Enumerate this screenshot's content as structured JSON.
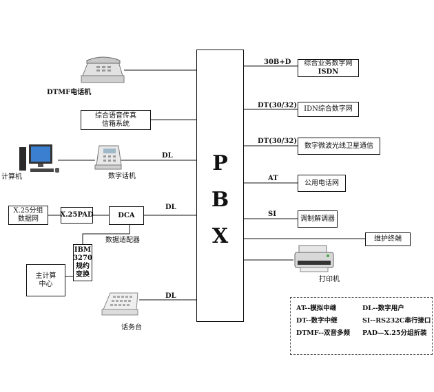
{
  "pbx": {
    "letters": [
      "P",
      "B",
      "X"
    ]
  },
  "left": {
    "dtmf_phone_label": "DTMF电话机",
    "voice_fax_box": [
      "综合语音传真",
      "信箱系统"
    ],
    "computer_label": "计算机",
    "digital_phone_label": "数字话机",
    "x25_box": [
      "X.25分组",
      "数据网"
    ],
    "x25pad_box": "X.25PAD",
    "dca_box": "DCA",
    "data_adapter_label": "数据适配器",
    "ibm_box": [
      "IBM",
      "3270",
      "规约",
      "变换"
    ],
    "host_box": [
      "主计算",
      "中心"
    ],
    "console_label": "话务台",
    "line_labels": {
      "dl1": "DL",
      "dl2": "DL",
      "dl3": "DL"
    }
  },
  "right": {
    "isdn_box": [
      "综合业务数字网",
      "ISDN"
    ],
    "isdn_line": "30B+D",
    "idn_box": "IDN综合数字网",
    "idn_line": "DT(30/32)",
    "microwave_box": "数字微波光线卫星通信",
    "microwave_line": "DT(30/32)",
    "public_phone_box": "公用电话网",
    "public_line": "AT",
    "modem_box": "调制解调器",
    "modem_line": "SI",
    "maint_box": "维护终端",
    "printer_label": "打印机"
  },
  "legend": {
    "left": [
      "AT--模拟中继",
      "DT--数字中继",
      "DTMF--双音多频"
    ],
    "right": [
      "DL--数字用户",
      "SI--RS232C串行接口",
      "PAD—X.25分组折装"
    ]
  }
}
